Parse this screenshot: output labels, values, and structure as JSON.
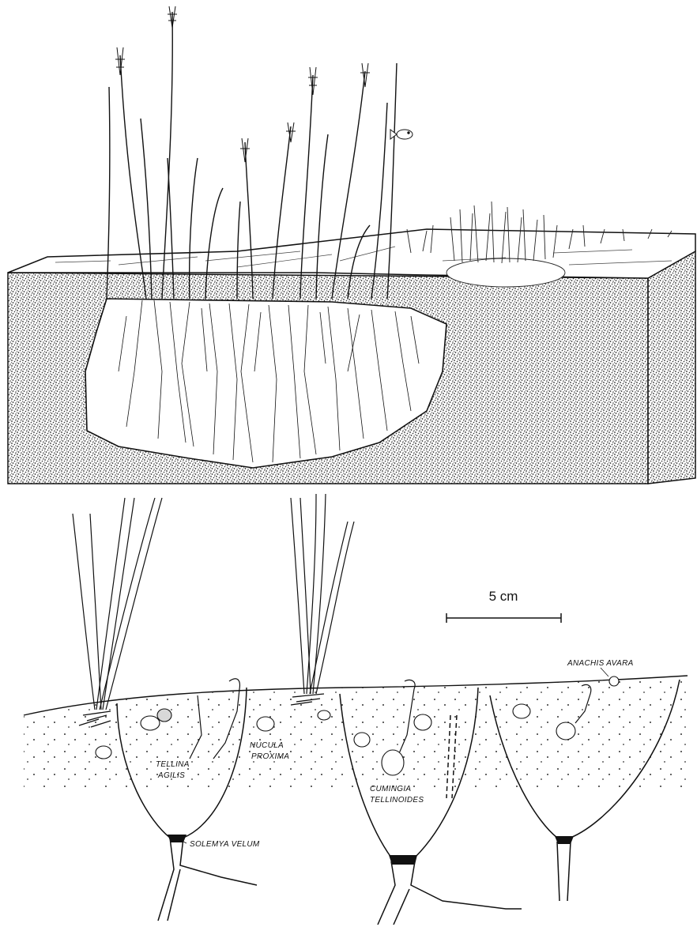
{
  "figure": {
    "top_panel": "seagrass-meadow-block",
    "bottom_panel": "burrow-cross-section"
  },
  "scale_bar": {
    "label": "5 cm"
  },
  "labels": {
    "anachis": "ANACHIS AVARA",
    "tellina_1": "TELLINA",
    "tellina_2": "AGILIS",
    "nucula_1": "NUCULA",
    "nucula_2": "PROXIMA",
    "cumingia_1": "CUMINGIA",
    "cumingia_2": "TELLINOIDES",
    "solemya": "SOLEMYA VELUM"
  },
  "colors": {
    "ink": "#111111",
    "paper": "#ffffff",
    "stipple": "#2a2a2a"
  }
}
